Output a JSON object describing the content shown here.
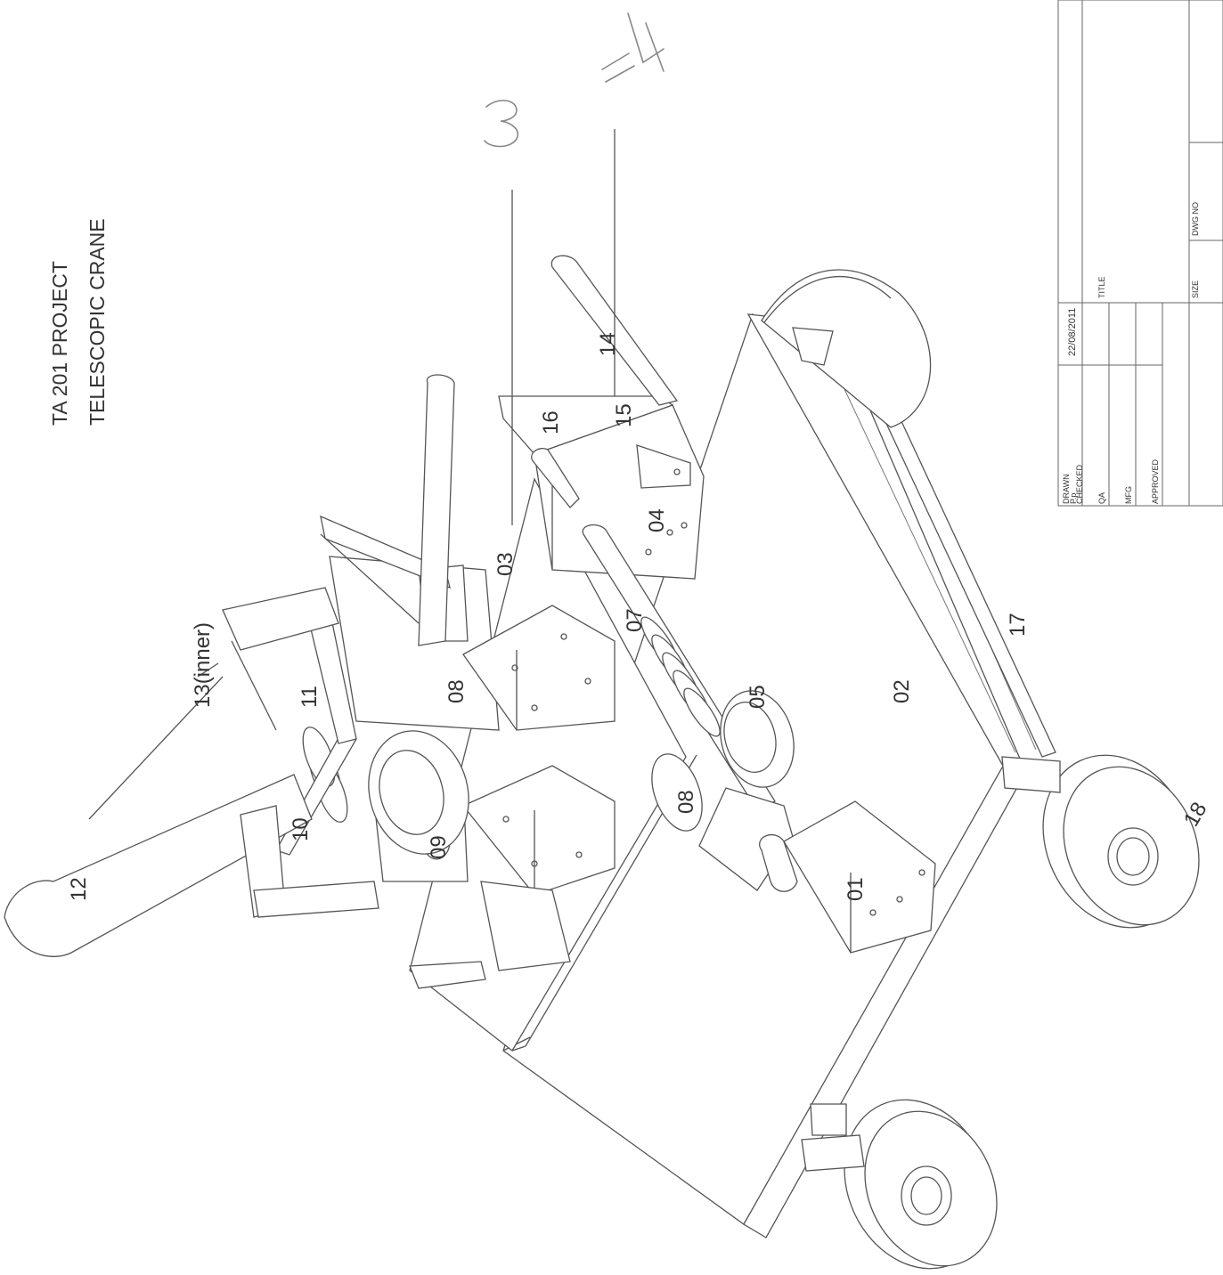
{
  "header": {
    "project": "TA 201 PROJECT",
    "subtitle": "TELESCOPIC CRANE"
  },
  "parts": {
    "p01": "01",
    "p02": "02",
    "p03": "03",
    "p04": "04",
    "p05": "05",
    "p07": "07",
    "p08": "08",
    "p09": "09",
    "p10": "10",
    "p11": "11",
    "p12": "12",
    "p13": "13(inner)",
    "p14": "14",
    "p15": "15",
    "p16": "16",
    "p17": "17",
    "p18": "18"
  },
  "handwritten": [
    "3",
    "14"
  ],
  "title_block": {
    "drawn": "DRAWN",
    "drawn_by": "P.p",
    "checked": "CHECKED",
    "date": "22/08/2011",
    "title_label": "TITLE",
    "qa": "QA",
    "mfg": "MFG",
    "approved": "APPROVED",
    "size": "SIZE",
    "dwg": "DWG NO"
  }
}
